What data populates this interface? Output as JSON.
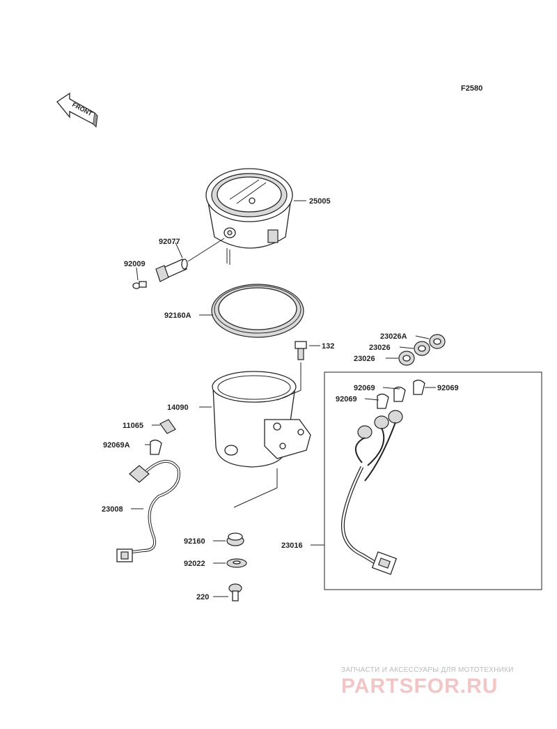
{
  "figure_code": "F2580",
  "front_marker": "FRONT",
  "labels": {
    "p25005": "25005",
    "p92077": "92077",
    "p92009": "92009",
    "p92160A": "92160A",
    "p132": "132",
    "p23026A": "23026A",
    "p23026a": "23026",
    "p23026b": "23026",
    "p92069a": "92069",
    "p92069b": "92069",
    "p92069c": "92069",
    "p14090": "14090",
    "p11065": "11065",
    "p92069A": "92069A",
    "p23008": "23008",
    "p92160": "92160",
    "p92022": "92022",
    "p220": "220",
    "p23016": "23016"
  },
  "watermark": {
    "tagline": "ЗАПЧАСТИ И АКСЕССУАРЫ ДЛЯ МОТОТЕХНИКИ",
    "logo": "PARTSFOR.RU"
  }
}
